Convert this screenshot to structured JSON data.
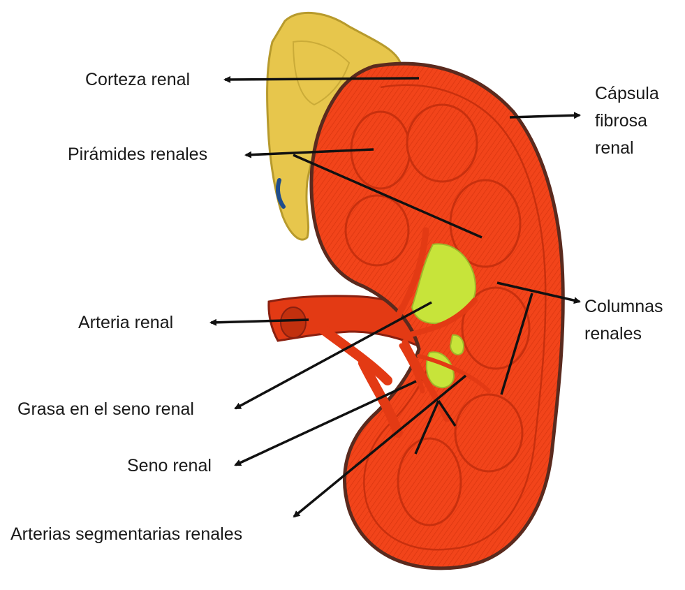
{
  "labels": {
    "corteza": "Corteza renal",
    "piramides": "Pirámides renales",
    "capsula_1": "Cápsula",
    "capsula_2": "fibrosa",
    "capsula_3": "renal",
    "arteria": "Arteria renal",
    "columnas_1": "Columnas",
    "columnas_2": "renales",
    "grasa": "Grasa en el seno renal",
    "seno": "Seno renal",
    "segmentarias": "Arterias segmentarias renales"
  },
  "colors": {
    "kidney_fill": "#f2441a",
    "kidney_edge": "#5a2a1e",
    "structure_lines": "#c8300e",
    "adrenal_fill": "#e7c64c",
    "adrenal_edge": "#b79a2c",
    "fat_fill": "#c7e43a",
    "artery_fill": "#e33a14",
    "arrow": "#111111",
    "background": "#ffffff"
  }
}
